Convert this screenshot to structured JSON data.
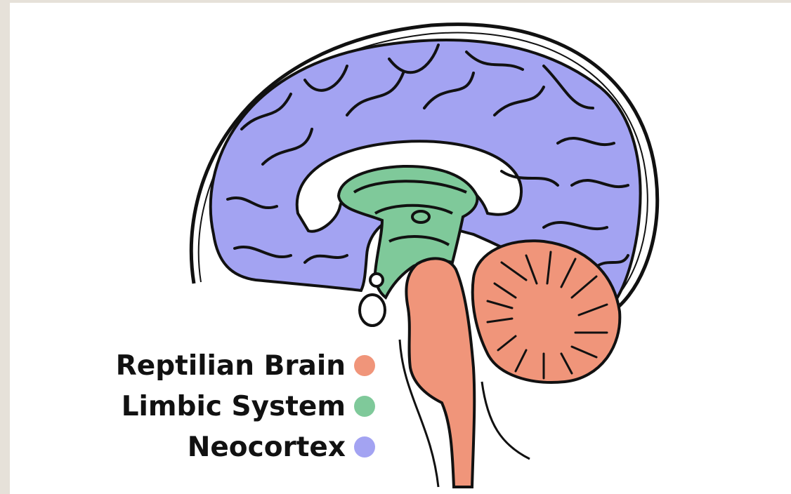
{
  "colors": {
    "background": "#e6e1d9",
    "panel": "#ffffff",
    "reptilian": "#f0957a",
    "limbic": "#7fc99a",
    "neocortex": "#a3a3f2",
    "outline": "#111111"
  },
  "legend": {
    "items": [
      {
        "label": "Reptilian Brain",
        "color": "#f0957a"
      },
      {
        "label": "Limbic System",
        "color": "#7fc99a"
      },
      {
        "label": "Neocortex",
        "color": "#a3a3f2"
      }
    ]
  }
}
